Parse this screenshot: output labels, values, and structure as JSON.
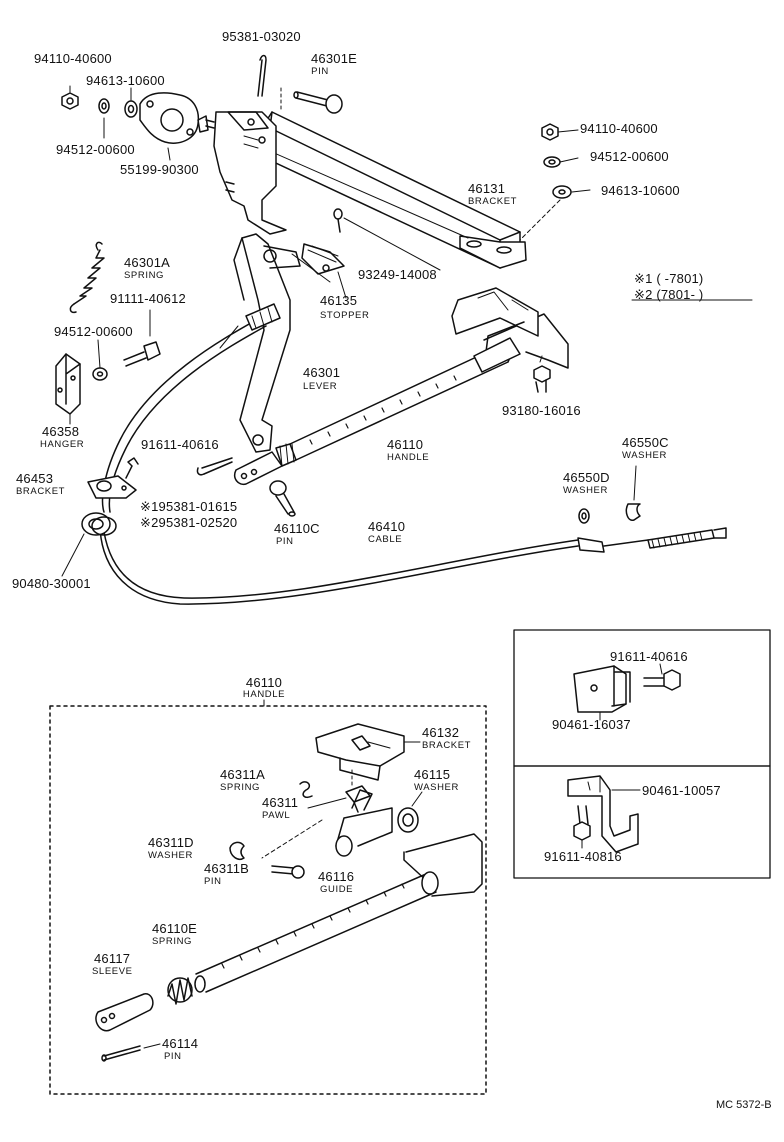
{
  "parts": {
    "p1": {
      "number": "94110-40600"
    },
    "p2": {
      "number": "94613-10600"
    },
    "p3": {
      "number": "94512-00600"
    },
    "p4": {
      "number": "55199-90300"
    },
    "p5": {
      "number": "95381-03020"
    },
    "p6": {
      "number": "46301E",
      "name": "PIN"
    },
    "p7": {
      "number": "94110-40600"
    },
    "p8": {
      "number": "94512-00600"
    },
    "p9": {
      "number": "94613-10600"
    },
    "p10": {
      "number": "46131",
      "name": "BRACKET"
    },
    "p11": {
      "number": "46301A",
      "name": "SPRING"
    },
    "p12": {
      "number": "93249-14008"
    },
    "p13": {
      "number": "46135",
      "name": "STOPPER"
    },
    "p14": {
      "number": "91111-40612"
    },
    "p15": {
      "number": "94512-00600"
    },
    "p16": {
      "number": "46301",
      "name": "LEVER"
    },
    "p17": {
      "number": "93180-16016"
    },
    "p18": {
      "number": "46358",
      "name": "HANGER"
    },
    "p19": {
      "number": "91611-40616"
    },
    "p20": {
      "number": "46110",
      "name": "HANDLE"
    },
    "p21": {
      "number": "46550C",
      "name": "WASHER"
    },
    "p22": {
      "number": "46453",
      "name": "BRACKET"
    },
    "p23": {
      "number": "46550D",
      "name": "WASHER"
    },
    "p24": {
      "number": "195381-01615",
      "mark": "※"
    },
    "p25": {
      "number": "295381-02520",
      "mark": "※"
    },
    "p26": {
      "number": "46110C",
      "name": "PIN"
    },
    "p27": {
      "number": "46410",
      "name": "CABLE"
    },
    "p28": {
      "number": "90480-30001"
    },
    "p29": {
      "number": "46110",
      "name": "HANDLE"
    },
    "p30": {
      "number": "46132",
      "name": "BRACKET"
    },
    "p31": {
      "number": "46311A",
      "name": "SPRING"
    },
    "p32": {
      "number": "46115",
      "name": "WASHER"
    },
    "p33": {
      "number": "46311",
      "name": "PAWL"
    },
    "p34": {
      "number": "46311D",
      "name": "WASHER"
    },
    "p35": {
      "number": "46311B",
      "name": "PIN"
    },
    "p36": {
      "number": "46116",
      "name": "GUIDE"
    },
    "p37": {
      "number": "46110E",
      "name": "SPRING"
    },
    "p38": {
      "number": "46117",
      "name": "SLEEVE"
    },
    "p39": {
      "number": "46114",
      "name": "PIN"
    },
    "p40": {
      "number": "91611-40616"
    },
    "p41": {
      "number": "90461-16037"
    },
    "p42": {
      "number": "90461-10057"
    },
    "p43": {
      "number": "91611-40816"
    }
  },
  "legend": {
    "line1": "※1 (      -7801)",
    "line2": "※2 (7801-       )"
  },
  "drawing_code": "MC 5372-B"
}
